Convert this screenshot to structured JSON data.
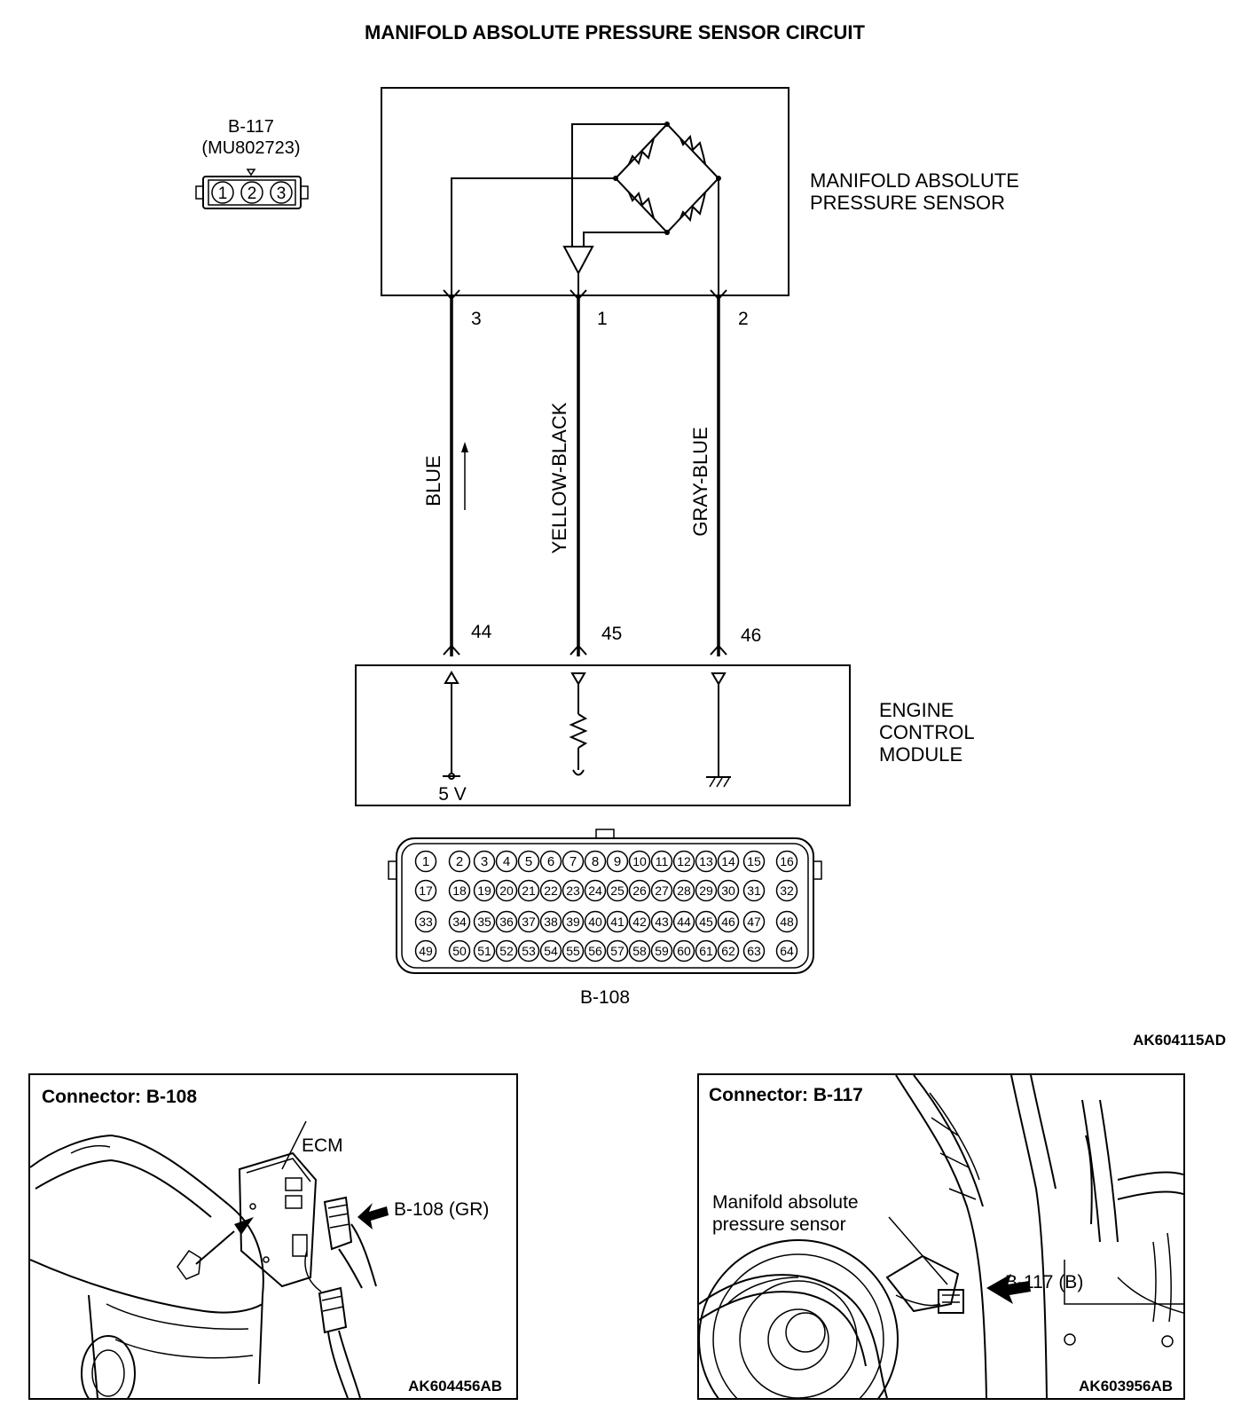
{
  "title": "MANIFOLD ABSOLUTE PRESSURE SENSOR CIRCUIT",
  "sensor_connector": {
    "id": "B-117",
    "part_number": "(MU802723)",
    "pins": [
      "1",
      "2",
      "3"
    ]
  },
  "sensor_label": [
    "MANIFOLD ABSOLUTE",
    "PRESSURE SENSOR"
  ],
  "sensor_pins": [
    "3",
    "1",
    "2"
  ],
  "wires": [
    "BLUE",
    "YELLOW-BLACK",
    "GRAY-BLUE"
  ],
  "ecm_pins": [
    "44",
    "45",
    "46"
  ],
  "ecm_label": [
    "ENGINE",
    "CONTROL",
    "MODULE"
  ],
  "supply_voltage": "5 V",
  "ecm_connector": {
    "id": "B-108",
    "rows": [
      [
        "1",
        "2",
        "3",
        "4",
        "5",
        "6",
        "7",
        "8",
        "9",
        "10",
        "11",
        "12",
        "13",
        "14",
        "15",
        "16"
      ],
      [
        "17",
        "18",
        "19",
        "20",
        "21",
        "22",
        "23",
        "24",
        "25",
        "26",
        "27",
        "28",
        "29",
        "30",
        "31",
        "32"
      ],
      [
        "33",
        "34",
        "35",
        "36",
        "37",
        "38",
        "39",
        "40",
        "41",
        "42",
        "43",
        "44",
        "45",
        "46",
        "47",
        "48"
      ],
      [
        "49",
        "50",
        "51",
        "52",
        "53",
        "54",
        "55",
        "56",
        "57",
        "58",
        "59",
        "60",
        "61",
        "62",
        "63",
        "64"
      ]
    ]
  },
  "figure_code": "AK604115AD",
  "panel_left": {
    "title": "Connector: B-108",
    "ecm_label": "ECM",
    "connector_label": "B-108 (GR)",
    "figure_code": "AK604456AB"
  },
  "panel_right": {
    "title": "Connector: B-117",
    "sensor_label": [
      "Manifold absolute",
      "pressure sensor"
    ],
    "connector_label": "B-117 (B)",
    "figure_code": "AK603956AB"
  }
}
